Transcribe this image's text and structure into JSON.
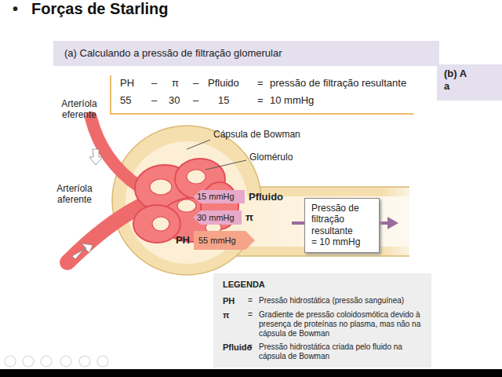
{
  "diagram": {
    "title": "Forças de Starling",
    "nodes": [
      {
        "text": [
          "(a) Calculando a pressão de filtração glomerular"
        ]
      },
      {
        "text": [
          "(b) A",
          "a"
        ]
      },
      {
        "text": [
          "15 mmHg",
          "Pfluido"
        ]
      },
      {
        "text": [
          "30 mmHg",
          "π"
        ]
      },
      {
        "text": [
          "55 mmHg",
          "PH"
        ]
      },
      {
        "text": [
          "Pressão de filtração resultante",
          "= 10 mmHg"
        ]
      },
      {
        "text": [
          "LEGENDA",
          "PH",
          "=",
          "Pressão hidrostática (pressão sanguínea)",
          "π",
          "=",
          "Gradiente de pressão coloidosmótica devido à presença de proteínas no plasma, mas não na cápsula de Bowman",
          "Pfluido",
          "=",
          "Pressão hidrostática criada pelo fluido na cápsula de Bowman"
        ]
      }
    ],
    "labels": [
      "•",
      "PH",
      "–",
      "π",
      "–",
      "Pfluido",
      "=",
      "pressão de filtração resultante",
      "55",
      "–",
      "30",
      "–",
      "15",
      "=",
      "10 mmHg",
      "Arteríola eferente",
      "Arteríola aferente",
      "Cápsula de Bowman",
      "Glomérulo"
    ]
  }
}
